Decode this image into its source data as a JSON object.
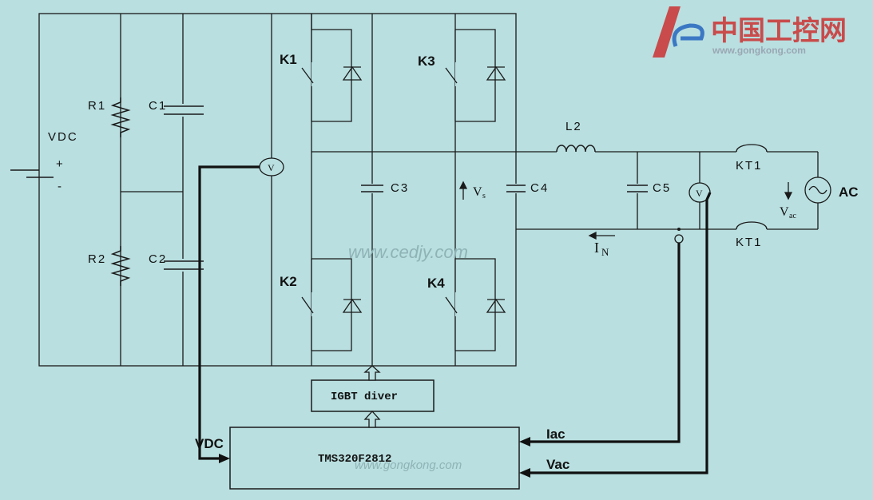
{
  "labels": {
    "vdc_source": "VDC",
    "plus": "+",
    "minus": "-",
    "r1": "R1",
    "r2": "R2",
    "c1": "C1",
    "c2": "C2",
    "c3": "C3",
    "c4": "C4",
    "c5": "C5",
    "k1": "K1",
    "k2": "K2",
    "k3": "K3",
    "k4": "K4",
    "l2": "L2",
    "kt1_top": "KT1",
    "kt1_bottom": "KT1",
    "ac": "AC",
    "vs_main": "V",
    "vs_sub": "s",
    "vac_main": "V",
    "vac_sub": "ac",
    "in_main": "I",
    "in_sub": "N",
    "voltmeter_dc": "V",
    "voltmeter_ac": "V",
    "igbt_driver": "IGBT diver",
    "controller": "TMS320F2812",
    "vdc_input": "VDC",
    "iac_input": "Iac",
    "vac_input": "Vac"
  },
  "watermarks": {
    "cedjy": "www.cedjy.com",
    "gongkong_bottom": "www.gongkong.com"
  },
  "logo": {
    "chinese": "中国工控网",
    "url": "www.gongkong.com"
  },
  "colors": {
    "background": "#b9dfe0",
    "wire": "#1a1a1a",
    "logo_red": "#c94b4b",
    "logo_blue": "#3b78c4"
  }
}
